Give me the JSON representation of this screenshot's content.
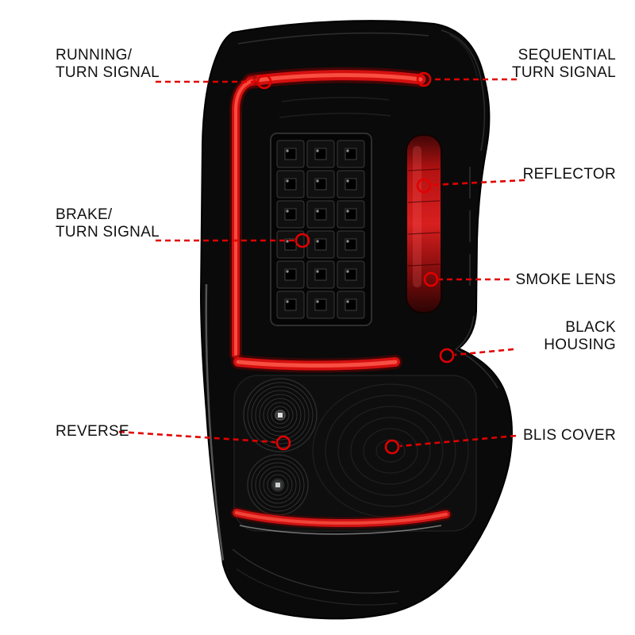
{
  "figure": {
    "type": "annotated-product-diagram",
    "subject": "LED tail light assembly",
    "background_color": "#ffffff",
    "accent_color": "#e10000",
    "housing_color": "#0a0a0a",
    "light_bar_color": "#d81414"
  },
  "callouts": {
    "running_turn_signal": {
      "label": "RUNNING/\nTURN SIGNAL",
      "side": "left"
    },
    "sequential_turn_signal": {
      "label": "SEQUENTIAL\nTURN SIGNAL",
      "side": "right"
    },
    "reflector": {
      "label": "REFLECTOR",
      "side": "right"
    },
    "brake_turn_signal": {
      "label": "BRAKE/\nTURN SIGNAL",
      "side": "left"
    },
    "smoke_lens": {
      "label": "SMOKE LENS",
      "side": "right"
    },
    "black_housing": {
      "label": "BLACK\nHOUSING",
      "side": "right"
    },
    "reverse": {
      "label": "REVERSE",
      "side": "left"
    },
    "blis_cover": {
      "label": "BLIS COVER",
      "side": "right"
    }
  }
}
